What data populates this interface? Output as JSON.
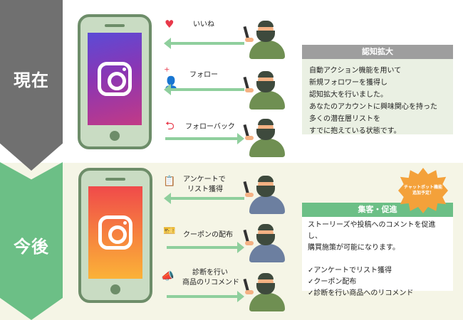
{
  "labels": {
    "now": "現在",
    "future": "今後"
  },
  "now": {
    "actions": [
      {
        "label": "いいね",
        "icon": "heart-icon"
      },
      {
        "label": "フォロー",
        "icon": "add-user-icon"
      },
      {
        "label": "フォローバック",
        "icon": "return-arrow-icon"
      }
    ],
    "box": {
      "title": "認知拡大",
      "lines": [
        "自動アクション機能を用いて",
        "新規フォロワーを獲得し",
        "認知拡大を行いました。",
        "あなたのアカウントに興味関心を持った",
        "多くの潜在層リストを",
        "すでに抱えている状態です。"
      ]
    }
  },
  "future": {
    "actions": [
      {
        "line1": "アンケートで",
        "line2": "リスト獲得",
        "icon": "survey-icon"
      },
      {
        "line1": "クーポンの配布",
        "line2": "",
        "icon": "coupon-icon"
      },
      {
        "line1": "診断を行い",
        "line2": "商品のリコメンド",
        "icon": "megaphone-icon"
      }
    ],
    "box": {
      "title": "集客・促進",
      "lines": [
        "ストーリーズや投稿へのコメントを促進し、",
        "購買施策が可能になります。",
        "",
        "✓アンケートでリスト獲得",
        "✓クーポン配布",
        "✓診断を行い商品へのリコメンド"
      ]
    },
    "badge": {
      "line1": "チャットボット機能",
      "line2": "追加予定！"
    }
  },
  "colors": {
    "accent_green": "#6cbf86",
    "arrow_green": "#8fcf9d",
    "gray": "#707070",
    "heart": "#e8394a",
    "badge": "#f4a13a"
  }
}
